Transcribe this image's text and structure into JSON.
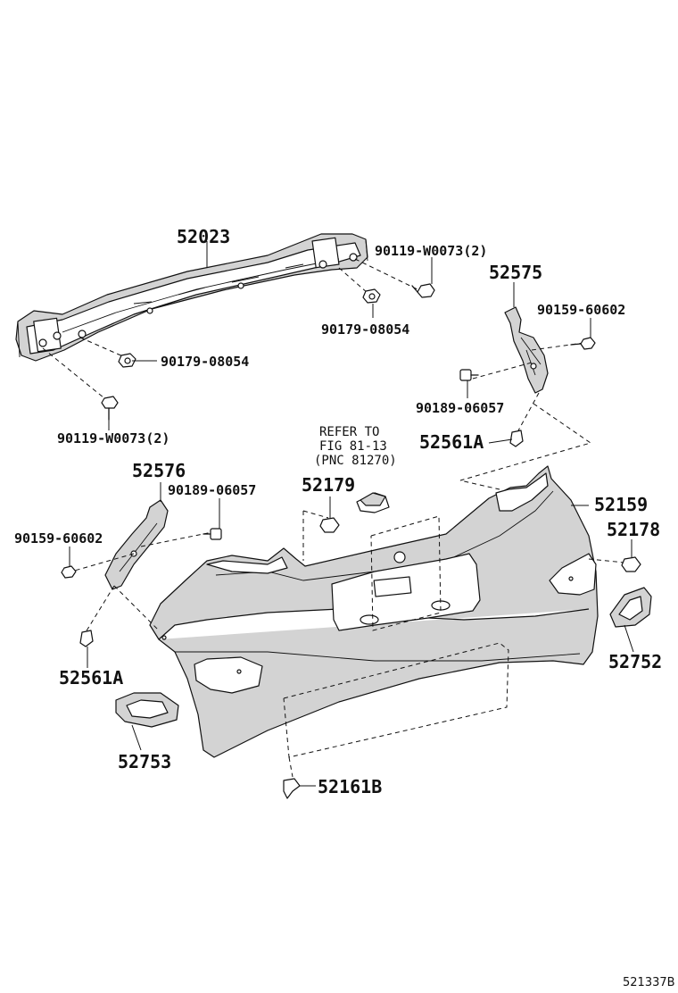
{
  "callouts": {
    "p52023": "52023",
    "p90119_top_right": "90119-W0073(2)",
    "p52575": "52575",
    "p90179_right": "90179-08054",
    "p90159_right": "90159-60602",
    "p90179_left": "90179-08054",
    "p90189_right": "90189-06057",
    "p90119_left": "90119-W0073(2)",
    "p52561A_right": "52561A",
    "p52576": "52576",
    "p52179": "52179",
    "p90189_left": "90189-06057",
    "p52159": "52159",
    "p90159_left": "90159-60602",
    "p52178": "52178",
    "p52561A_left": "52561A",
    "p52752": "52752",
    "p52753": "52753",
    "p52161B": "52161B"
  },
  "reference_note": {
    "line1": "REFER TO",
    "line2": "FIG 81-13",
    "line3": "(PNC 81270)"
  },
  "drawing_number": "521337B"
}
